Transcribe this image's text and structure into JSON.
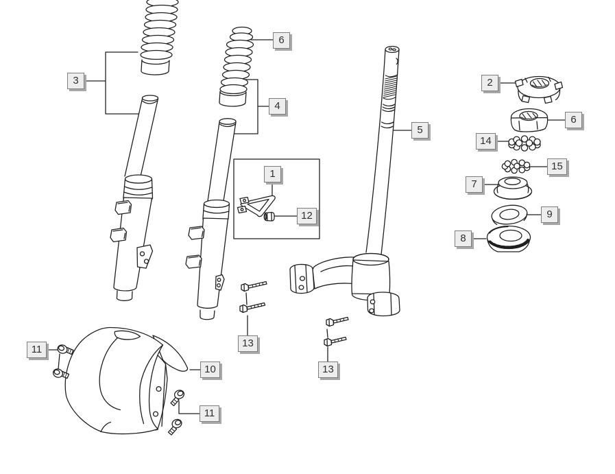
{
  "diagram": {
    "background": "#ffffff",
    "line_color": "#1f1f1f",
    "description": "Exploded parts diagram: front fork legs with rubber boots, steering column with bottom yoke, steering bearing stack and front fender"
  },
  "callout_style": {
    "background": "#ededed",
    "border": "#7d7d7d",
    "shadow": "#a8a8a8",
    "text_color": "#2f2f2f"
  },
  "callouts": [
    {
      "label": "3"
    },
    {
      "label": "6"
    },
    {
      "label": "4"
    },
    {
      "label": "5"
    },
    {
      "label": "1"
    },
    {
      "label": "12"
    },
    {
      "label": "2"
    },
    {
      "label": "6"
    },
    {
      "label": "14"
    },
    {
      "label": "15"
    },
    {
      "label": "7"
    },
    {
      "label": "9"
    },
    {
      "label": "8"
    },
    {
      "label": "13"
    },
    {
      "label": "13"
    },
    {
      "label": "11"
    },
    {
      "label": "10"
    },
    {
      "label": "11"
    }
  ]
}
